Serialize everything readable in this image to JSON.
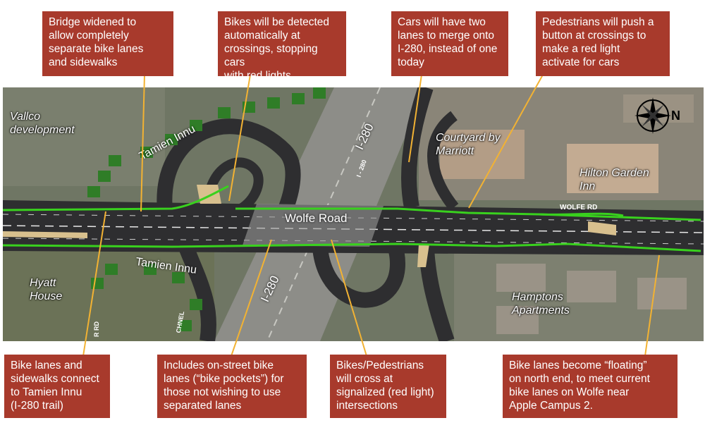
{
  "callouts_top": [
    {
      "id": "bridge",
      "text": "Bridge widened to\nallow completely\nseparate bike lanes\nand sidewalks"
    },
    {
      "id": "detect",
      "text": "Bikes will be detected\nautomatically at\ncrossings, stopping cars\nwith red lights"
    },
    {
      "id": "merge",
      "text": "Cars will have two\nlanes to merge onto\nI-280, instead of one\ntoday"
    },
    {
      "id": "push",
      "text": "Pedestrians will push a\nbutton at crossings to\nmake a red light\nactivate for cars"
    }
  ],
  "callouts_bottom": [
    {
      "id": "connect",
      "text": "Bike lanes and\nsidewalks connect\nto Tamien Innu\n(I-280 trail)"
    },
    {
      "id": "pockets",
      "text": "Includes on-street bike\nlanes (“bike pockets”) for\nthose not wishing to use\nseparated lanes"
    },
    {
      "id": "cross",
      "text": "Bikes/Pedestrians\nwill cross at\nsignalized (red light)\nintersections"
    },
    {
      "id": "floating",
      "text": "Bike lanes become “floating”\non north end, to meet current\nbike lanes on Wolfe near\nApple Campus 2."
    }
  ],
  "map_labels": {
    "vallco": "Vallco\ndevelopment",
    "tamien_top": "Tamien Innu",
    "tamien_bottom": "Tamien Innu",
    "hyatt": "Hyatt\nHouse",
    "courtyard": "Courtyard by\nMarriott",
    "hilton": "Hilton Garden\nInn",
    "hamptons": "Hamptons\nApartments",
    "wolfe": "Wolfe Road",
    "i280_top": "I-280",
    "i280_bottom": "I-280",
    "i280_small": "I - 280",
    "wolfe_rd_sign": "WOLFE RD",
    "r_rd_sign": "R RD",
    "chnel_sign": "CHNEL",
    "north": "N"
  },
  "colors": {
    "callout_bg": "#a83a2c",
    "leader_line": "#f2b233",
    "bike_lane": "#39d11e",
    "trail_marker": "#2f7d27",
    "road": "#2e2e30",
    "aerial": "#6d7563"
  },
  "icons": {
    "compass": "compass-rose-icon"
  }
}
